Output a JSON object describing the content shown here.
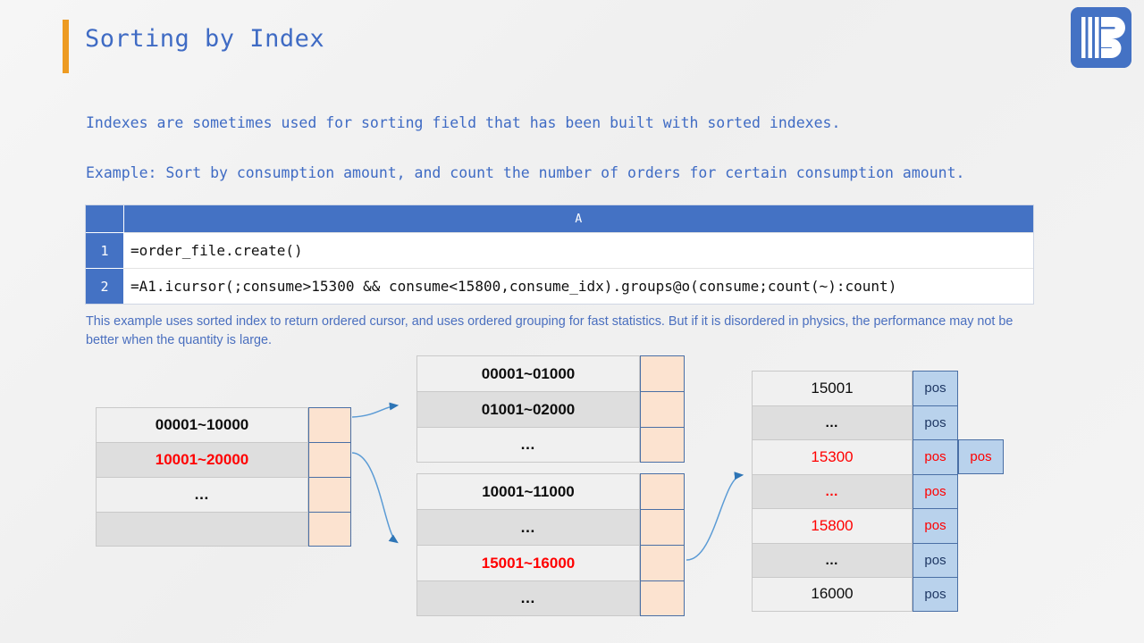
{
  "header": {
    "title": "Sorting by Index",
    "accent_color": "#ED9B22",
    "title_color": "#3F6BC4",
    "logo_name": "raqsoft-r-logo",
    "logo_color": "#4472C4"
  },
  "intro": {
    "line1": "Indexes are sometimes used for sorting field that has been built with sorted indexes.",
    "line2": "Example: Sort by consumption amount, and count the number of orders for certain consumption amount."
  },
  "code": {
    "header_color": "#4472C4",
    "columns": [
      "",
      "A"
    ],
    "rows": [
      {
        "num": "1",
        "a": "=order_file.create()"
      },
      {
        "num": "2",
        "a": "=A1.icursor(;consume>15300 && consume<15800,consume_idx).groups@o(consume;count(~):count)"
      }
    ]
  },
  "note": {
    "text": "This example uses sorted index to return ordered cursor, and uses ordered grouping for fast statistics. But if it is disordered in physics, the performance may not be better when the quantity is large.",
    "color": "#4A6FBF"
  },
  "diagram": {
    "colors": {
      "highlight": "#FF0000",
      "normal": "#0d0d0d",
      "key_odd_bg": "#f0f0f0",
      "key_even_bg": "#dedede",
      "value_bg": "#FCE3D0",
      "pos_bg": "#B9D2EC",
      "arrow": "#4A86C8"
    },
    "blocks": [
      {
        "name": "level-1-index-block",
        "rows": [
          {
            "label": "00001~10000",
            "highlight": false
          },
          {
            "label": "10001~20000",
            "highlight": true
          },
          {
            "label": "…",
            "highlight": false
          },
          {
            "label": "",
            "highlight": false
          }
        ]
      },
      {
        "name": "level-2-index-block-top",
        "rows": [
          {
            "label": "00001~01000",
            "highlight": false
          },
          {
            "label": "01001~02000",
            "highlight": false
          },
          {
            "label": "…",
            "highlight": false
          }
        ]
      },
      {
        "name": "level-2-index-block-bottom",
        "rows": [
          {
            "label": "10001~11000",
            "highlight": false
          },
          {
            "label": "…",
            "highlight": false
          },
          {
            "label": "15001~16000",
            "highlight": true
          },
          {
            "label": "…",
            "highlight": false
          }
        ]
      },
      {
        "name": "leaf-index-block",
        "pos_label": "pos",
        "rows": [
          {
            "label": "15001",
            "highlight": false,
            "pos_highlight": false
          },
          {
            "label": "…",
            "highlight": false,
            "pos_highlight": false
          },
          {
            "label": "15300",
            "highlight": true,
            "pos_highlight": true,
            "extra_pos": true
          },
          {
            "label": "…",
            "highlight": true,
            "pos_highlight": true
          },
          {
            "label": "15800",
            "highlight": true,
            "pos_highlight": true
          },
          {
            "label": "…",
            "highlight": false,
            "pos_highlight": false
          },
          {
            "label": "16000",
            "highlight": false,
            "pos_highlight": false
          }
        ]
      }
    ]
  }
}
